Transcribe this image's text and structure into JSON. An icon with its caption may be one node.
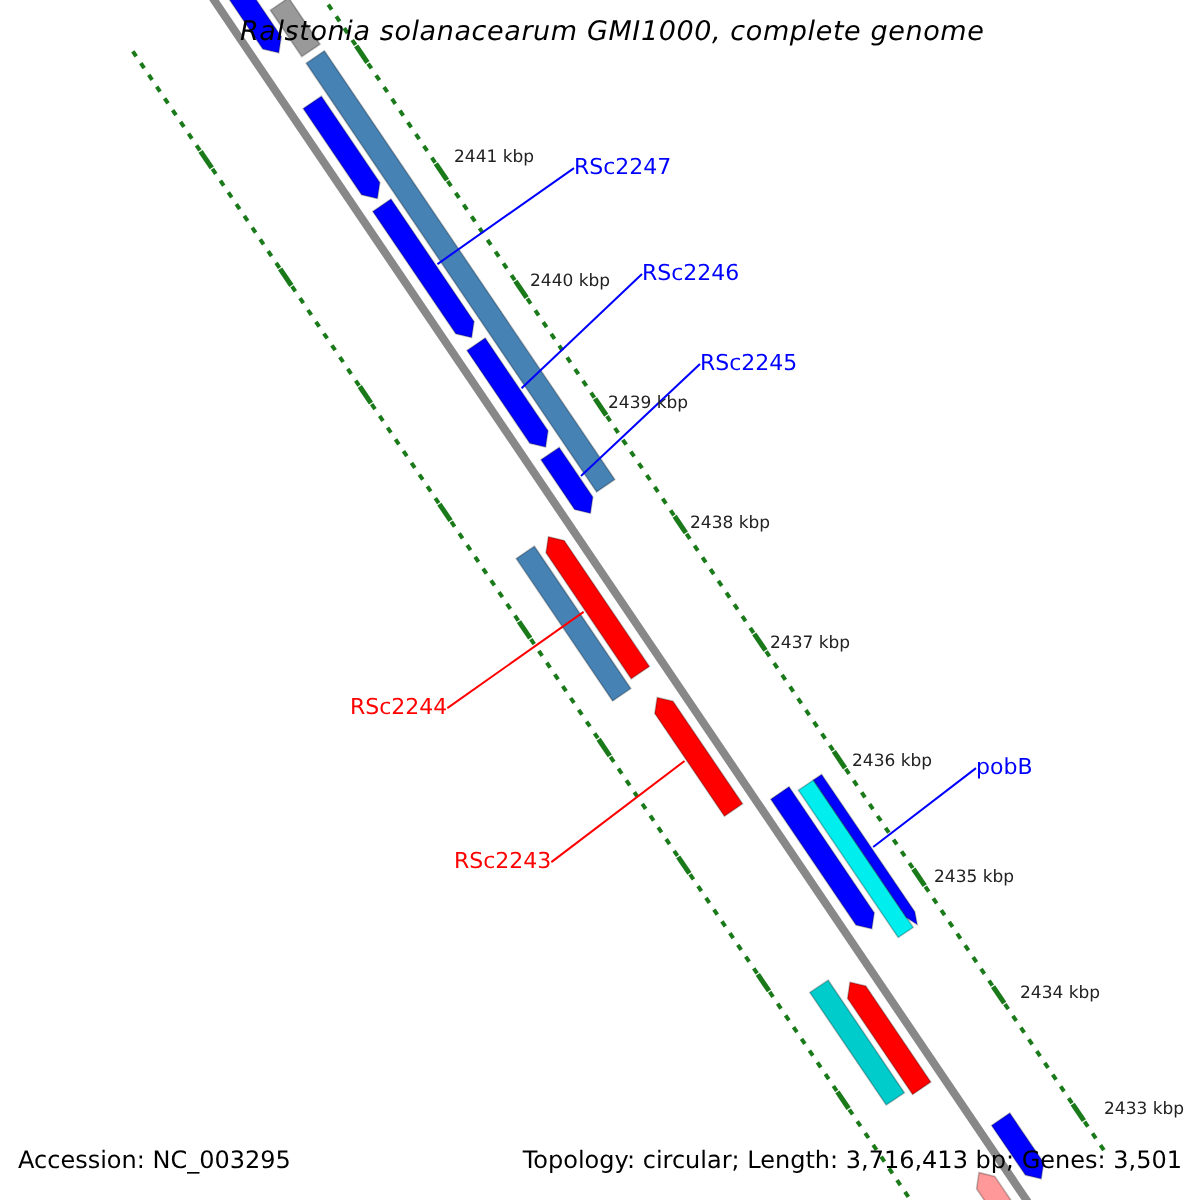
{
  "diagram": {
    "title": "Ralstonia solanacearum GMI1000, complete genome",
    "nodes": [
      {
        "text": [
          "RSc2247"
        ]
      },
      {
        "text": [
          "RSc2246"
        ]
      },
      {
        "text": [
          "RSc2245"
        ]
      },
      {
        "text": [
          "RSc2244"
        ]
      },
      {
        "text": [
          "pobB"
        ]
      },
      {
        "text": [
          "RSc2243"
        ]
      },
      {
        "text": [],
        "shape": "bar"
      },
      {
        "text": [],
        "shape": "bar"
      },
      {
        "text": [],
        "shape": "bar"
      },
      {
        "text": [],
        "shape": "bar"
      },
      {
        "text": [],
        "shape": "bar"
      },
      {
        "text": [],
        "shape": "bar"
      },
      {
        "text": [],
        "shape": "bar"
      },
      {
        "text": [],
        "shape": "bar"
      },
      {
        "text": [],
        "shape": "bar"
      },
      {
        "text": [],
        "shape": "bar"
      },
      {
        "text": [],
        "shape": "bar"
      },
      {
        "text": [],
        "shape": "bar"
      },
      {
        "text": [],
        "shape": "bar"
      },
      {
        "text": [],
        "shape": "bar"
      },
      {
        "text": [],
        "shape": "bar"
      },
      {
        "text": [],
        "shape": "bar"
      },
      {
        "text": [],
        "shape": "bar"
      }
    ],
    "edges": [
      {
        "from": 0,
        "to": 10,
        "arrow": "none",
        "color": "#0000ff"
      },
      {
        "from": 1,
        "to": 11,
        "arrow": "none",
        "color": "#0000ff"
      },
      {
        "from": 2,
        "to": 12,
        "arrow": "none",
        "color": "#0000ff"
      },
      {
        "from": 3,
        "to": 14,
        "arrow": "none",
        "color": "#ff0000"
      },
      {
        "from": 4,
        "to": 18,
        "arrow": "none",
        "color": "#0000ff"
      },
      {
        "from": 5,
        "to": 15,
        "arrow": "none",
        "color": "#ff0000"
      }
    ],
    "labels": [
      "2441 kbp",
      "2440 kbp",
      "2439 kbp",
      "2438 kbp",
      "2437 kbp",
      "2436 kbp",
      "2435 kbp",
      "2434 kbp",
      "2433 kbp",
      "Accession: NC_003295",
      "Topology: circular; Length: 3,716,413 bp; Genes: 3,501"
    ]
  }
}
